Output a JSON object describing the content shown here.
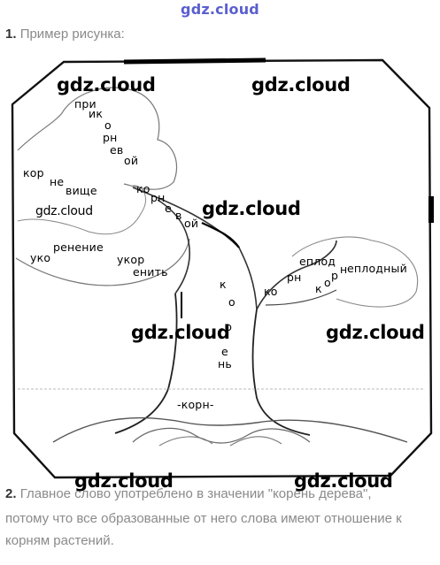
{
  "header": {
    "site_name": "gdz.cloud"
  },
  "task1": {
    "number": "1.",
    "text": "Пример рисунка:"
  },
  "watermarks": [
    "gdz.cloud",
    "gdz.cloud",
    "gdz.cloud",
    "gdz.cloud",
    "gdz.cloud",
    "gdz.cloud",
    "gdz.cloud",
    "gdz.cloud"
  ],
  "tree_words": {
    "pri": "при",
    "ik": "ик",
    "o1": "о",
    "rn1": "рн",
    "ev1": "ев",
    "oi1": "ой",
    "kor1": "кор",
    "ne1": "не",
    "vische": "вище",
    "ko2": "ко",
    "rn2": "рн",
    "e2": "е",
    "v2": "в",
    "oi2": "ой",
    "renenie": "ренение",
    "uko": "уко",
    "ukor": "укор",
    "enit": "енить",
    "k3": "к",
    "o3": "о",
    "r3": "р",
    "e3": "е",
    "n3": "нь",
    "korn": "-корн-",
    "ko4": "ко",
    "rn4": "рн",
    "eplod": "еплод",
    "k5": "к",
    "o5": "о",
    "r5": "р",
    "n5": "н",
    "eplodny": "еплодный"
  },
  "task2": {
    "number": "2.",
    "line1": "Главное слово употреблено в значении \"корень дерева\",",
    "line2": "потому что все образованные от него слова имеют отношение к",
    "line3": "корням растений."
  }
}
